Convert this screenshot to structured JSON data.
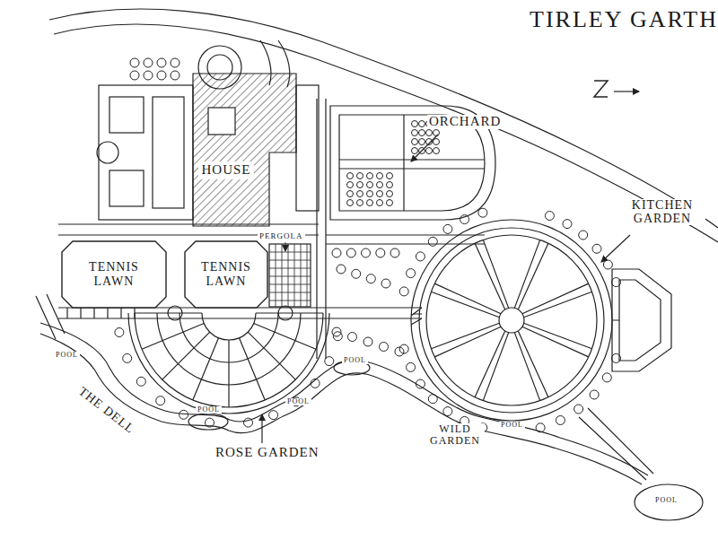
{
  "diagram": {
    "title": "TIRLEY GARTH",
    "nodes": [
      {
        "text": [
          "HOUSE"
        ]
      },
      {
        "text": [
          "TENNIS LAWN"
        ]
      },
      {
        "text": [
          "TENNIS LAWN"
        ]
      }
    ],
    "labels": [
      "ORCHARD",
      "KITCHEN GARDEN",
      "PERGOLA",
      "POOL",
      "THE DELL",
      "POOL",
      "POOL",
      "ROSE GARDEN",
      "POOL",
      "WILD GARDEN",
      "POOL",
      "POOL"
    ]
  }
}
